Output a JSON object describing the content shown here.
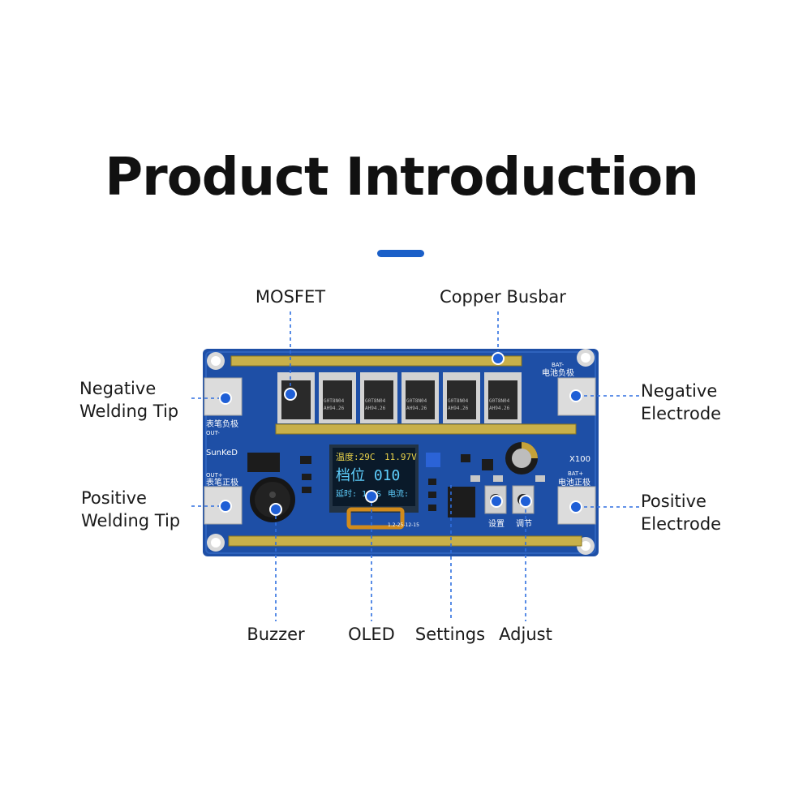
{
  "title": "Product Introduction",
  "colors": {
    "accent": "#1a5fc8",
    "board": "#1e4fa6",
    "busbar": "#c8b04a",
    "oled": "#0a1a2a"
  },
  "labels": {
    "mosfet": "MOSFET",
    "copper_busbar": "Copper Busbar",
    "negative_welding_tip": [
      "Negative",
      "Welding Tip"
    ],
    "positive_welding_tip": [
      "Positive",
      "Welding Tip"
    ],
    "negative_electrode": [
      "Negative",
      "Electrode"
    ],
    "positive_electrode": [
      "Positive",
      "Electrode"
    ],
    "buzzer": "Buzzer",
    "oled": "OLED",
    "settings": "Settings",
    "adjust": "Adjust"
  },
  "board": {
    "silk_bat_neg_small": "BAT-",
    "silk_bat_neg": "电池负极",
    "silk_pen_neg": "表笔负极",
    "silk_out_neg": "OUT-",
    "silk_brand": "SunKeD",
    "silk_model": "X100",
    "silk_out_pos": "OUT+",
    "silk_pen_pos": "表笔正极",
    "silk_bat_pos_small": "BAT+",
    "silk_bat_pos": "电池正极",
    "silk_set": "设置",
    "silk_adj": "调节",
    "silk_version": "1.2-25-12-15",
    "mosfet_marking": [
      "G0T8N04",
      "AH94.26"
    ]
  },
  "oled_screen": {
    "line1_left": "温度:29C",
    "line1_right": "11.97V",
    "line2": "档位 010",
    "line3_left": "延时: 1.0S",
    "line3_right": "电流:"
  }
}
